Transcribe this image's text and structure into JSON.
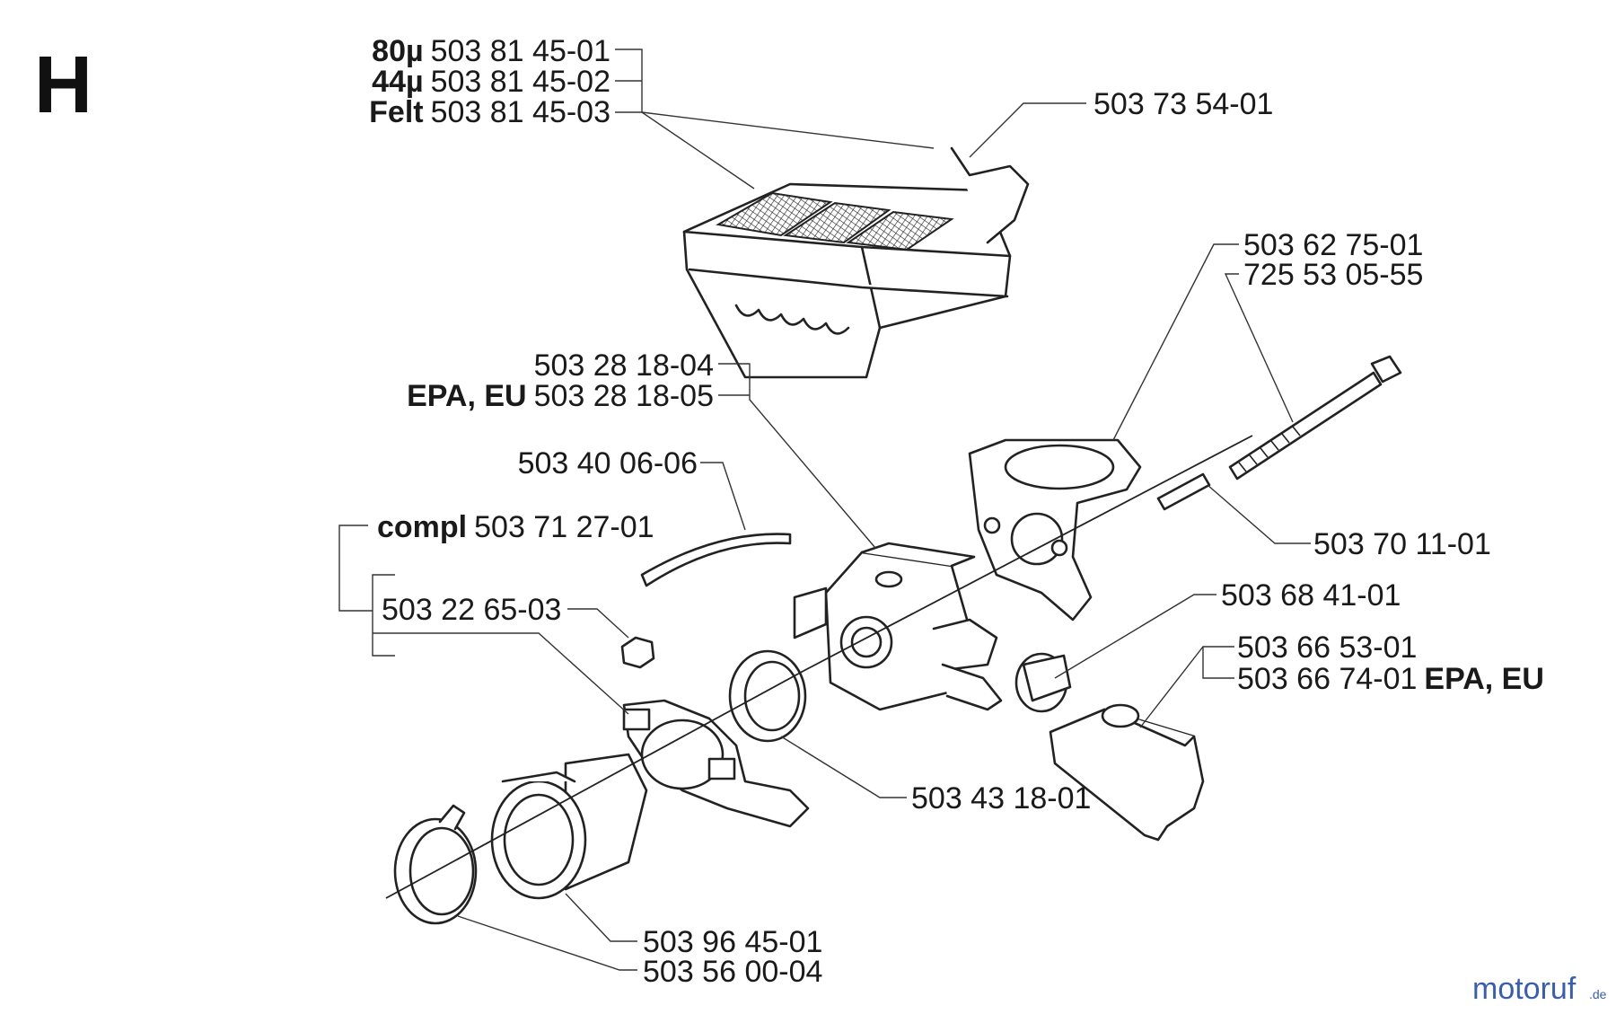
{
  "section_letter": "H",
  "labels": {
    "filter_80": {
      "prefix": "80µ",
      "number": "503 81 45-01"
    },
    "filter_44": {
      "prefix": "44µ",
      "number": "503 81 45-02"
    },
    "filter_felt": {
      "prefix": "Felt",
      "number": "503 81 45-03"
    },
    "clip": {
      "number": "503 73 54-01"
    },
    "carb_a": {
      "number": "503 28 18-04"
    },
    "carb_b": {
      "prefix": "EPA, EU",
      "number": "503 28 18-05"
    },
    "hose": {
      "number": "503 40 06-06"
    },
    "compl": {
      "prefix": "compl",
      "number": "503 71 27-01"
    },
    "nut": {
      "number": "503 22 65-03"
    },
    "adapter_a": {
      "number": "503 62 75-01"
    },
    "bolt": {
      "number": "725 53 05-55"
    },
    "sleeve": {
      "number": "503 70 11-01"
    },
    "knob": {
      "number": "503 68 41-01"
    },
    "slide_a": {
      "number": "503 66 53-01"
    },
    "slide_b": {
      "number": "503 66 74-01",
      "suffix": "EPA, EU"
    },
    "gasket": {
      "number": "503 43 18-01"
    },
    "manifold": {
      "number": "503 96 45-01"
    },
    "clamp": {
      "number": "503 56 00-04"
    }
  },
  "watermark": "motoruf",
  "watermark_suffix": ".de",
  "colors": {
    "ink": "#1a1a1a",
    "watermark": "#3a5fa8",
    "watermark_accent": "#d08a2a"
  }
}
